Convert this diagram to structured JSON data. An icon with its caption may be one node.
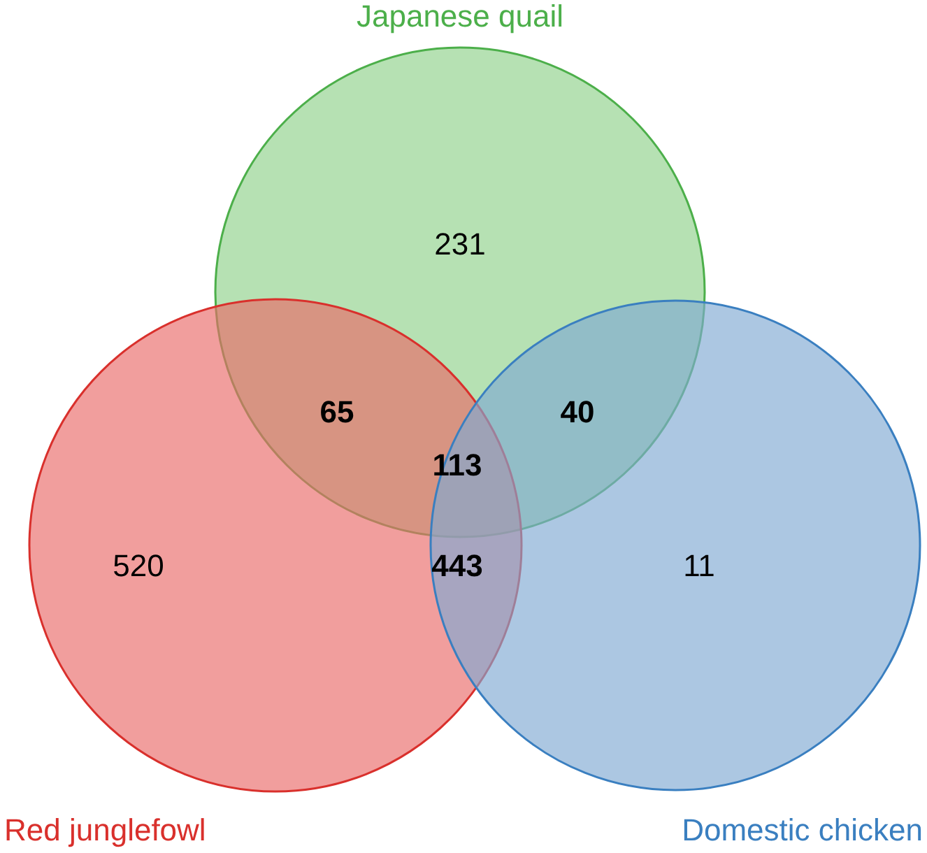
{
  "diagram": {
    "nodes": [
      {
        "text": [
          "Japanese quail",
          "231"
        ]
      },
      {
        "text": [
          "520",
          "Red junglefowl"
        ]
      },
      {
        "text": [
          "11",
          "Domestic chicken"
        ]
      }
    ],
    "labels": [
      "65",
      "40",
      "113",
      "443"
    ]
  }
}
